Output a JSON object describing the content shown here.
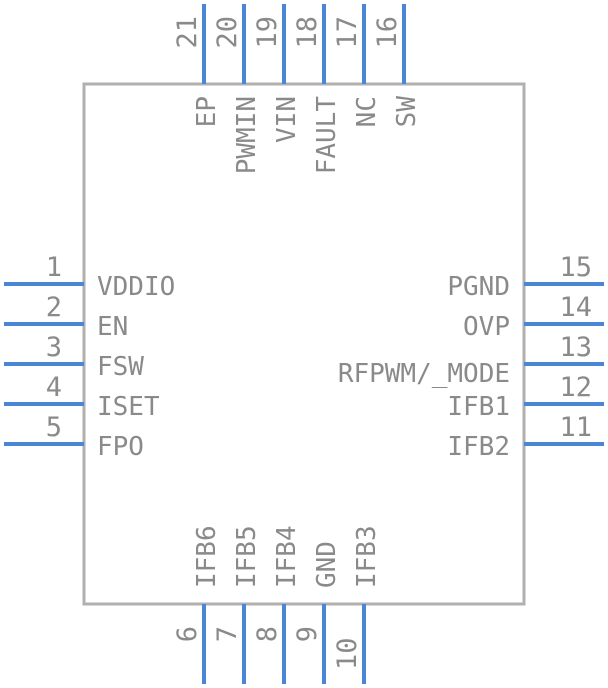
{
  "diagram": {
    "colors": {
      "pin_line": "#4a86d6",
      "body_outline": "#b0b0b0",
      "text": "#8a8a8a",
      "background": "#ffffff"
    },
    "left_pins": [
      {
        "number": "1",
        "name": "VDDIO"
      },
      {
        "number": "2",
        "name": "EN"
      },
      {
        "number": "3",
        "name": "FSW"
      },
      {
        "number": "4",
        "name": "ISET"
      },
      {
        "number": "5",
        "name": "FPO"
      }
    ],
    "right_pins": [
      {
        "number": "15",
        "name": "PGND"
      },
      {
        "number": "14",
        "name": "OVP"
      },
      {
        "number": "13",
        "name": "RFPWM/_MODE"
      },
      {
        "number": "12",
        "name": "IFB1"
      },
      {
        "number": "11",
        "name": "IFB2"
      }
    ],
    "top_pins": [
      {
        "number": "21",
        "name": "EP"
      },
      {
        "number": "20",
        "name": "PWMIN"
      },
      {
        "number": "19",
        "name": "VIN"
      },
      {
        "number": "18",
        "name": "FAULT"
      },
      {
        "number": "17",
        "name": "NC"
      },
      {
        "number": "16",
        "name": "SW"
      }
    ],
    "bottom_pins": [
      {
        "number": "6",
        "name": "IFB6"
      },
      {
        "number": "7",
        "name": "IFB5"
      },
      {
        "number": "8",
        "name": "IFB4"
      },
      {
        "number": "9",
        "name": "GND"
      },
      {
        "number": "10",
        "name": "IFB3"
      }
    ]
  }
}
